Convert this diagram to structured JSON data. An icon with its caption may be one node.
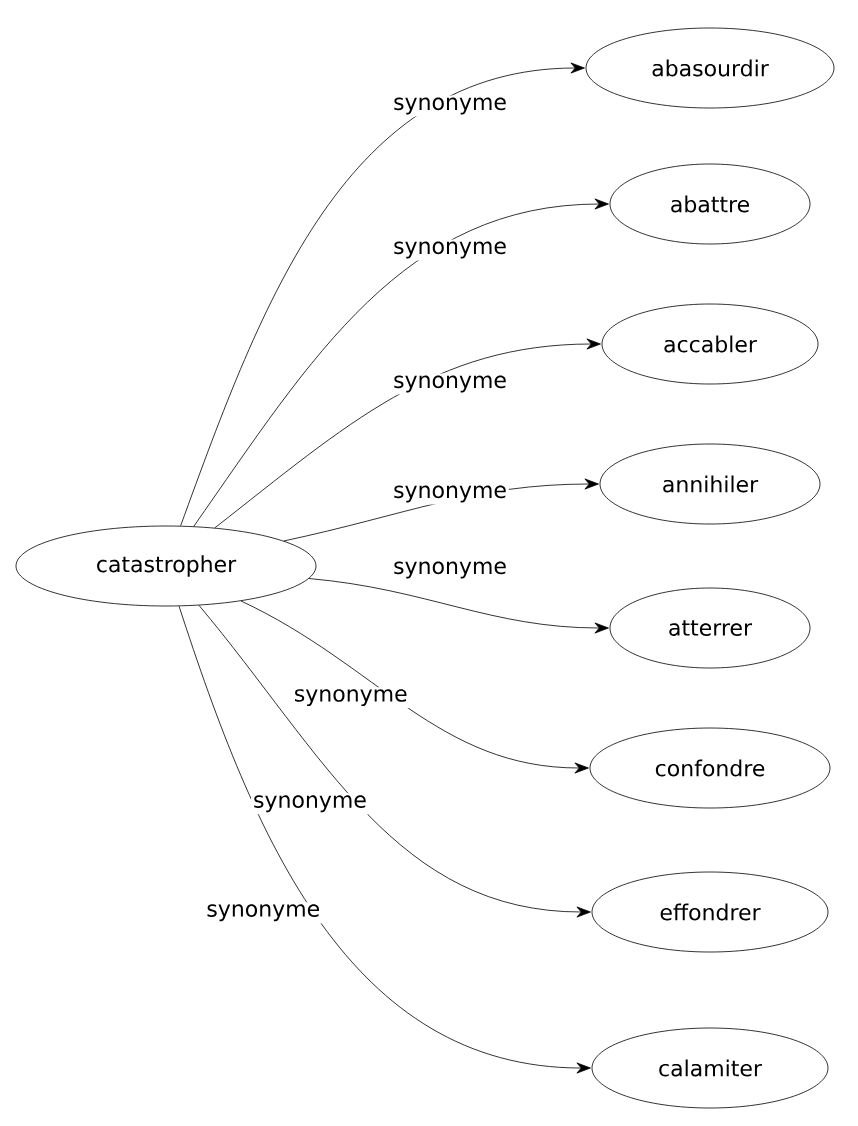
{
  "diagram": {
    "nodes": [
      {
        "text": [
          "catastropher"
        ]
      },
      {
        "text": [
          "abasourdir"
        ]
      },
      {
        "text": [
          "abattre"
        ]
      },
      {
        "text": [
          "accabler"
        ]
      },
      {
        "text": [
          "annihiler"
        ]
      },
      {
        "text": [
          "atterrer"
        ]
      },
      {
        "text": [
          "confondre"
        ]
      },
      {
        "text": [
          "effondrer"
        ]
      },
      {
        "text": [
          "calamiter"
        ]
      }
    ],
    "edges": [
      {
        "from": 0,
        "to": 1,
        "arrow": "to",
        "label": "synonyme"
      },
      {
        "from": 0,
        "to": 2,
        "arrow": "to",
        "label": "synonyme"
      },
      {
        "from": 0,
        "to": 3,
        "arrow": "to",
        "label": "synonyme"
      },
      {
        "from": 0,
        "to": 4,
        "arrow": "to",
        "label": "synonyme"
      },
      {
        "from": 0,
        "to": 5,
        "arrow": "to",
        "label": "synonyme"
      },
      {
        "from": 0,
        "to": 6,
        "arrow": "to",
        "label": "synonyme"
      },
      {
        "from": 0,
        "to": 7,
        "arrow": "to",
        "label": "synonyme"
      },
      {
        "from": 0,
        "to": 8,
        "arrow": "to",
        "label": "synonyme"
      }
    ]
  }
}
